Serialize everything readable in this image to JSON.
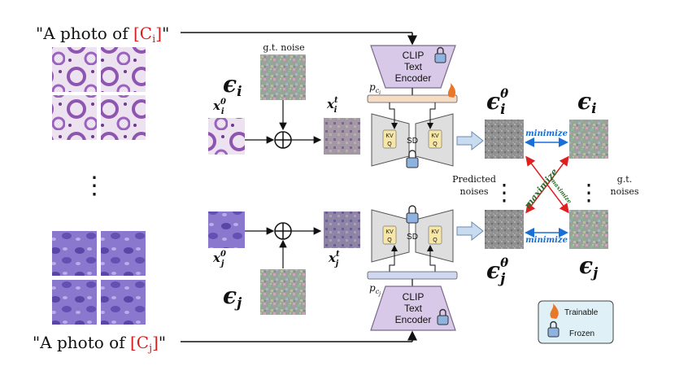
{
  "prompts": {
    "top_prefix": "\"A photo of ",
    "top_class": "[C",
    "top_class_sub": "i",
    "top_class_close": "]",
    "top_suffix": "\"",
    "bottom_prefix": "\"A photo of ",
    "bottom_class": "[C",
    "bottom_class_sub": "j",
    "bottom_class_close": "]",
    "bottom_suffix": "\""
  },
  "labels": {
    "gt_noise": "g.t. noise",
    "eps": "ϵ",
    "eps_i_sub": "i",
    "eps_j_sub": "j",
    "x": "x",
    "x_i_sub": "i",
    "x_j_sub": "j",
    "sup_0": "0",
    "sup_t": "t",
    "theta": "θ",
    "p": "p",
    "p_ci_sub": "c",
    "p_ci_subsub": "i",
    "p_cj_sub": "c",
    "p_cj_subsub": "j",
    "sd": "SD",
    "kv": "KV",
    "q": "Q",
    "predicted_line1": "Predicted",
    "predicted_line2": "noises",
    "gt_line1": "g.t.",
    "gt_line2": "noises",
    "minimize": "minimize",
    "maximize": "maximize",
    "dots": "⋮"
  },
  "clip": {
    "line1": "CLIP",
    "line2": "Text",
    "line3": "Encoder"
  },
  "legend": {
    "trainable": "Trainable",
    "frozen": "Frozen"
  },
  "colors": {
    "accent_red": "#d62020",
    "clip_fill": "#d9c9e8",
    "prompt_bar": "#f6dcc4",
    "prompt_bar_bottom": "#cfd8f0",
    "minimize_blue": "#1a6fd6",
    "maximize_red": "#e02020",
    "maximize_text": "#2a6a2a",
    "legend_fill": "#dff1f7"
  }
}
